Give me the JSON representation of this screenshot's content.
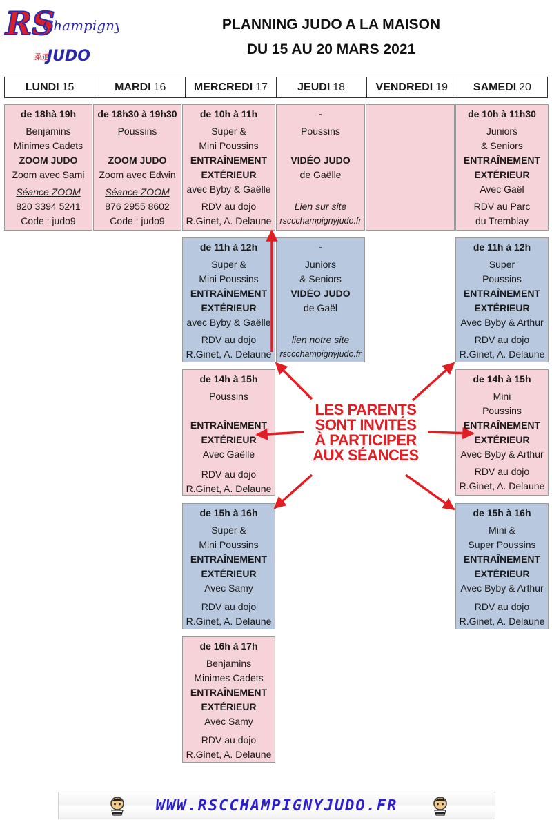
{
  "header": {
    "logo_club": "RS",
    "logo_town": "Champigny",
    "logo_sport": "JUDO",
    "title_line1": "PLANNING JUDO A LA MAISON",
    "title_line2": "DU 15 AU 20 MARS 2021"
  },
  "days": [
    {
      "name": "LUNDI",
      "num": "15"
    },
    {
      "name": "MARDI",
      "num": "16"
    },
    {
      "name": "MERCREDI",
      "num": "17"
    },
    {
      "name": "JEUDI",
      "num": "18"
    },
    {
      "name": "VENDREDI",
      "num": "19"
    },
    {
      "name": "SAMEDI",
      "num": "20"
    }
  ],
  "sessions": {
    "lundi_1": [
      "de 18hà 19h",
      "Benjamins",
      "Minimes Cadets",
      "ZOOM JUDO",
      "Zoom avec Sami",
      "Séance ZOOM",
      "820 3394 5241",
      "Code : judo9"
    ],
    "mardi_1": [
      "de 18h30 à 19h30",
      "Poussins",
      "ZOOM JUDO",
      "Zoom avec Edwin",
      "Séance ZOOM",
      "876 2955 8602",
      "Code : judo9"
    ],
    "mercredi_1": [
      "de 10h à 11h",
      "Super &",
      "Mini Poussins",
      "ENTRAÎNEMENT",
      "EXTÉRIEUR",
      "avec Byby & Gaëlle",
      "RDV au dojo",
      "R.Ginet, A. Delaune"
    ],
    "jeudi_1": [
      "-",
      "Poussins",
      "VIDÉO JUDO",
      "de Gaëlle",
      "Lien sur site",
      "rsccchampignyjudo.fr"
    ],
    "samedi_1": [
      "de 10h à 11h30",
      "Juniors",
      "& Seniors",
      "ENTRAÎNEMENT",
      "EXTÉRIEUR",
      "Avec Gaël",
      "RDV au Parc",
      "du Tremblay"
    ],
    "mercredi_2": [
      "de 11h à 12h",
      "Super &",
      "Mini Poussins",
      "ENTRAÎNEMENT",
      "EXTÉRIEUR",
      "avec Byby & Gaëlle",
      "RDV au dojo",
      "R.Ginet, A. Delaune"
    ],
    "jeudi_2": [
      "-",
      "Juniors",
      "& Seniors",
      "VIDÉO JUDO",
      "de Gaël",
      "lien notre site",
      "rsccchampignyjudo.fr"
    ],
    "samedi_2": [
      "de 11h à 12h",
      "Super",
      "Poussins",
      "ENTRAÎNEMENT",
      "EXTÉRIEUR",
      "Avec Byby & Arthur",
      "RDV au dojo",
      "R.Ginet, A. Delaune"
    ],
    "mercredi_3": [
      "de 14h à 15h",
      "Poussins",
      "ENTRAÎNEMENT",
      "EXTÉRIEUR",
      "Avec Gaëlle",
      "RDV au dojo",
      "R.Ginet, A. Delaune"
    ],
    "samedi_3": [
      "de 14h à 15h",
      "Mini",
      "Poussins",
      "ENTRAÎNEMENT",
      "EXTÉRIEUR",
      "Avec Byby & Arthur",
      "RDV au dojo",
      "R.Ginet, A. Delaune"
    ],
    "mercredi_4": [
      "de 15h à 16h",
      "Super &",
      "Mini Poussins",
      "ENTRAÎNEMENT",
      "EXTÉRIEUR",
      "Avec Samy",
      "RDV au dojo",
      "R.Ginet, A. Delaune"
    ],
    "samedi_4": [
      "de 15h à 16h",
      "Mini &",
      "Super Poussins",
      "ENTRAÎNEMENT",
      "EXTÉRIEUR",
      "Avec Byby & Arthur",
      "RDV au dojo",
      "R.Ginet, A. Delaune"
    ],
    "mercredi_5": [
      "de 16h à 17h",
      "Benjamins",
      "Minimes Cadets",
      "ENTRAÎNEMENT",
      "EXTÉRIEUR",
      "Avec Samy",
      "RDV au dojo",
      "R.Ginet, A. Delaune"
    ]
  },
  "parents_note": [
    "LES PARENTS",
    "SONT INVITÉS",
    "À PARTICIPER",
    "AUX SÉANCES"
  ],
  "footer": {
    "url": "WWW.RSCCHAMPIGNYJUDO.FR"
  },
  "colors": {
    "pink": "#f6d3d9",
    "blue": "#b8c9df",
    "accent_red": "#e01e24",
    "footer_blue": "#2b1fd0",
    "logo_red": "#d8202a",
    "logo_blue": "#2a2aa8"
  }
}
